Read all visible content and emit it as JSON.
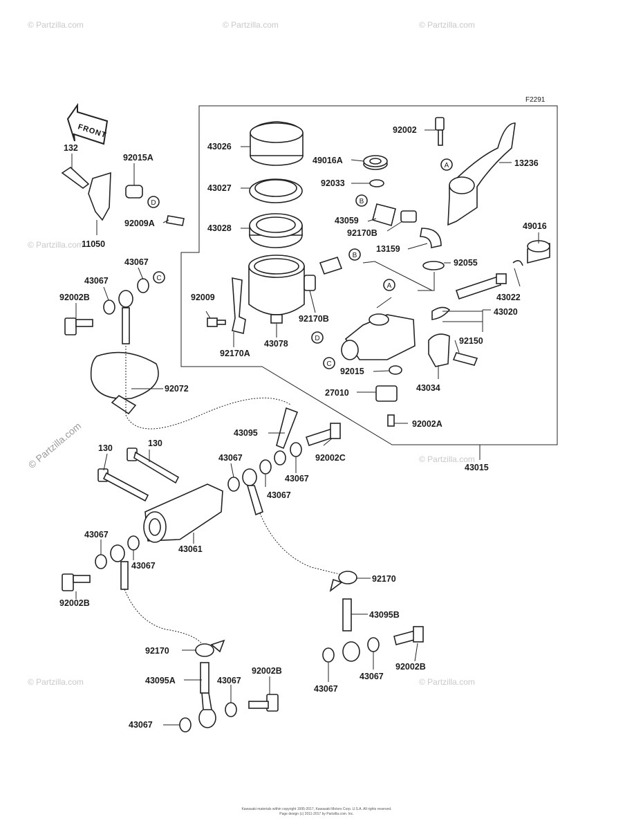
{
  "figure_code": "F2291",
  "watermark": "© Partzilla.com",
  "watermark_vertical": "© Partzilla.com",
  "front_arrow_text": "FRONT",
  "copyright_line1": "Kawasaki materials within copyright 1995-2017, Kawasaki Motors Corp. U.S.A. All rights reserved.",
  "copyright_line2": "Page design (c) 2011-2017 by Partzilla.com. Inc.",
  "callouts": {
    "A": "A",
    "B": "B",
    "C": "C",
    "D": "D"
  },
  "parts": {
    "p43026": "43026",
    "p43027": "43027",
    "p43028": "43028",
    "p92009": "92009",
    "p92170A": "92170A",
    "p43078": "43078",
    "p92170B_res": "92170B",
    "p49016A": "49016A",
    "p92033": "92033",
    "p43059": "43059",
    "p92170B": "92170B",
    "p13159": "13159",
    "p92055": "92055",
    "p92002_top": "92002",
    "p13236": "13236",
    "p49016": "49016",
    "p43022": "43022",
    "p43020": "43020",
    "p92150": "92150",
    "p43034": "43034",
    "p92015": "92015",
    "p27010": "27010",
    "p92002A": "92002A",
    "p43015": "43015",
    "p132": "132",
    "p92015A": "92015A",
    "p92009A": "92009A",
    "p11050": "11050",
    "p43067_a": "43067",
    "p43067_b": "43067",
    "p92002B_a": "92002B",
    "p92072": "92072",
    "p43095": "43095",
    "p92002C": "92002C",
    "p43067_c": "43067",
    "p43067_d": "43067",
    "p43067_e": "43067",
    "p130_a": "130",
    "p130_b": "130",
    "p43061": "43061",
    "p43067_f": "43067",
    "p43067_g": "43067",
    "p92002B_b": "92002B",
    "p92170_r": "92170",
    "p43095B": "43095B",
    "p92002B_c": "92002B",
    "p43067_h": "43067",
    "p43067_i": "43067",
    "p92170_l": "92170",
    "p43095A": "43095A",
    "p43067_j": "43067",
    "p92002B_d": "92002B",
    "p43067_k": "43067"
  }
}
